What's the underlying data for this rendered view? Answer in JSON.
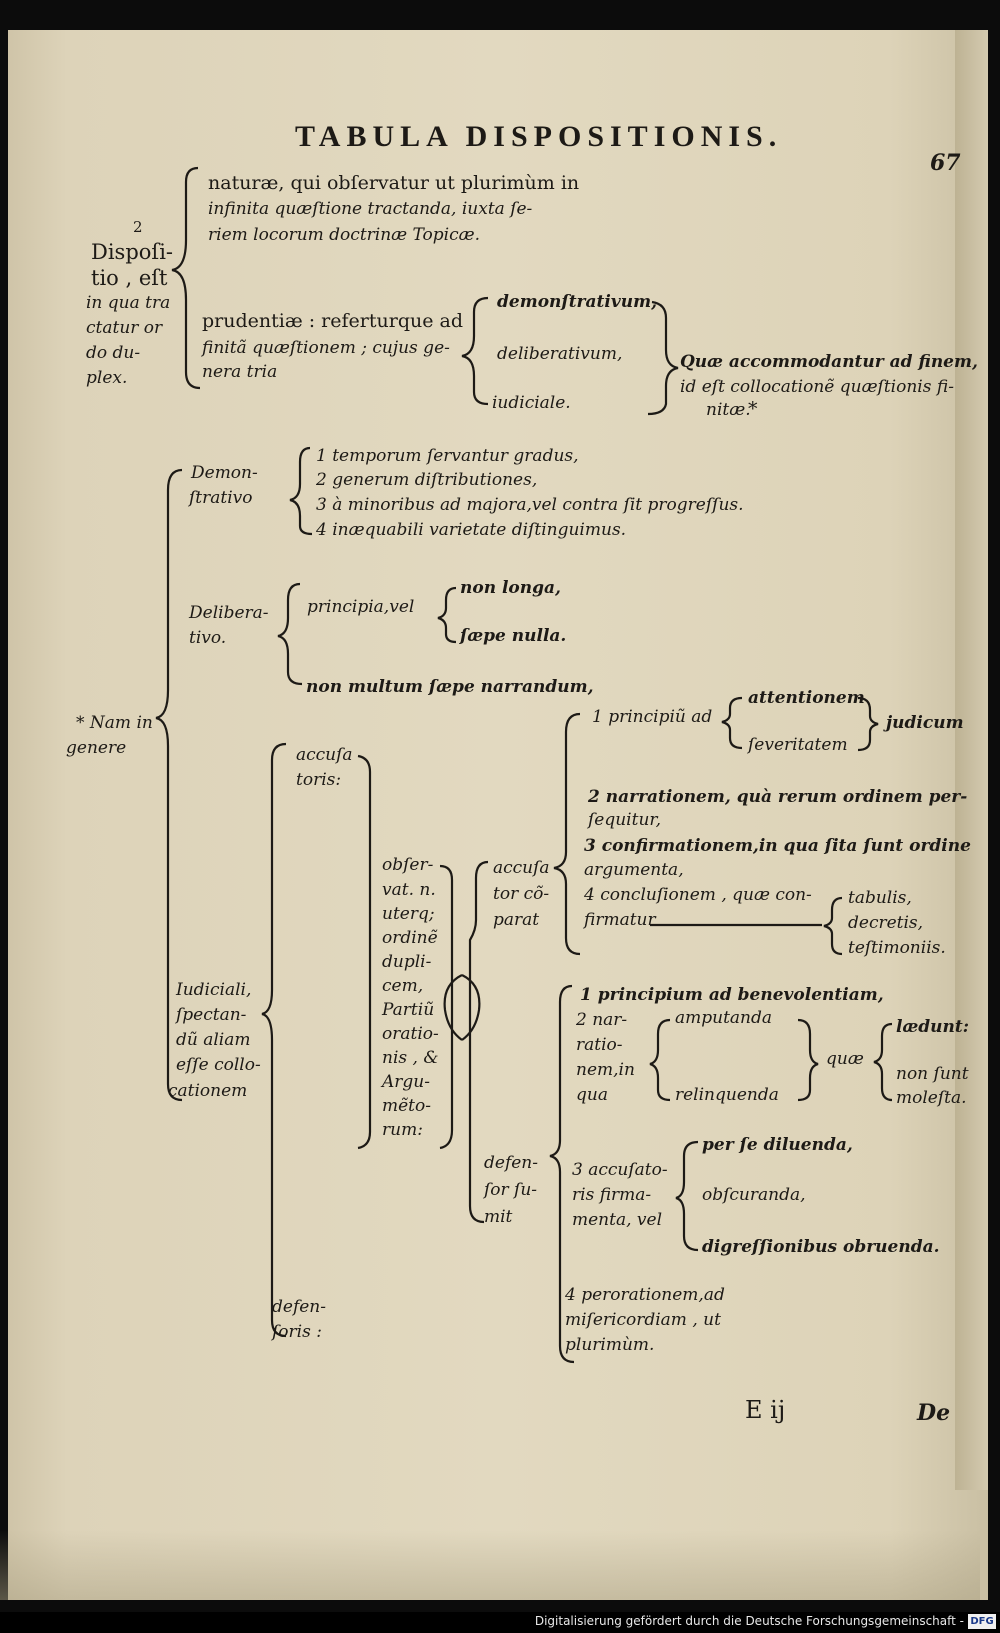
{
  "title": "TABULA DISPOSITIONIS.",
  "page_number": "67",
  "sec1": {
    "num": "2",
    "root": [
      "Dispoſi-",
      "tio , eſt",
      "in qua tra",
      "ctatur or",
      "do du-",
      "plex."
    ],
    "naturae": [
      "naturæ, qui obſervatur ut plurimùm in",
      "infinita quæſtione tractanda, iuxta ſe-",
      "riem locorum doctrinæ Topicæ."
    ],
    "prudentiae": [
      "prudentiæ : referturque ad",
      "finitã quæſtionem ; cujus ge-",
      "nera tria"
    ],
    "genera": [
      "demonſtrativum,",
      "deliberativum,",
      "iudiciale."
    ],
    "quae": [
      "Quæ accommodantur ad finem,",
      "id eſt collocationẽ quæſtionis fi-",
      "nitæ."
    ],
    "star": "*"
  },
  "sec2": {
    "root": [
      "* Nam in",
      "genere"
    ],
    "demon_label": [
      "Demon-",
      "ſtrativo"
    ],
    "demon_items": [
      "1  temporum ſervantur gradus,",
      "2  generum diſtributiones,",
      "3  à minoribus ad majora,vel contra ſit progreſſus.",
      "4  inæquabili varietate diſtinguimus."
    ],
    "delib_label": [
      "Delibera-",
      "tivo."
    ],
    "principia": "principia,vel",
    "principia_opts": [
      "non longa,",
      "ſæpe nulla."
    ],
    "non_multum": "non multum ſæpe narrandum,",
    "iud_label": [
      "Iudiciali,",
      "ſpectan-",
      "dũ aliam",
      "eſſe collo-",
      "cationem"
    ],
    "accusatoris": [
      "accuſa",
      "toris:"
    ],
    "defensoris": [
      "defen-",
      "ſoris :"
    ],
    "observat": [
      "obſer-",
      "vat. n.",
      "uterq;",
      "ordinẽ",
      "dupli-",
      "cem,",
      "Partiũ",
      "oratio-",
      "nis , &",
      "Argu-",
      "mẽto-",
      "rum:"
    ],
    "accusator_comparat": [
      "accuſa",
      "tor cõ-",
      "parat"
    ],
    "acc_principium": "1 principiũ ad",
    "acc_principium_opts": [
      "attentionem",
      "ſeveritatem"
    ],
    "judicum": "judicum",
    "acc_narrationem": [
      "2 narrationem, quà rerum ordinem per-",
      "ſequitur,"
    ],
    "acc_confirmationem": [
      "3 confirmationem,in qua ſita ſunt ordine",
      "argumenta,"
    ],
    "acc_conclusionem": [
      "4 concluſionem , quæ con-",
      "firmatur"
    ],
    "conclusio_opts": [
      "tabulis,",
      "decretis,",
      "teſtimoniis."
    ],
    "defensor_sumit": [
      "defen-",
      "ſor ſu-",
      "mit"
    ],
    "def_principium": "1 principium ad benevolentiam,",
    "def_narr": [
      "2  nar-",
      "ratio-",
      "nem,in",
      "qua"
    ],
    "narr_opts": [
      "amputanda",
      "relinquenda"
    ],
    "quae2": "quæ",
    "laedunt": [
      "lædunt:",
      "non ſunt",
      "moleſta."
    ],
    "def_firm": [
      "3 accuſato-",
      "ris firma-",
      "menta, vel"
    ],
    "firm_opts": [
      "per ſe diluenda,",
      "obſcuranda,",
      "digreſſionibus obruenda."
    ],
    "def_peroratio": [
      "4 perorationem,ad",
      "miſericordiam , ut",
      "plurimùm."
    ]
  },
  "signature": "E ij",
  "catchword": "De",
  "footer": "Digitalisierung gefördert durch die Deutsche Forschungsgemeinschaft -",
  "footer_logo": "DFG"
}
